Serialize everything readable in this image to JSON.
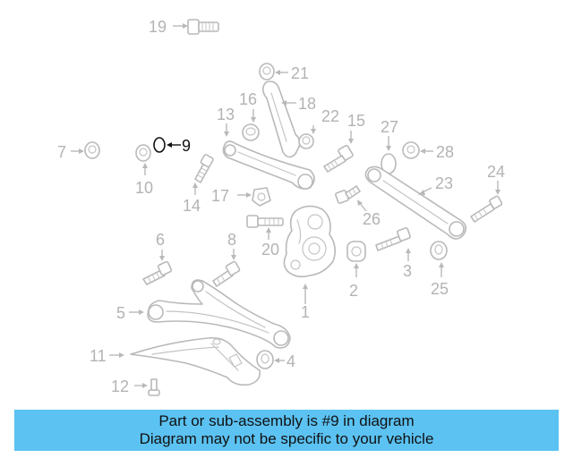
{
  "callouts": {
    "c1": "1",
    "c2": "2",
    "c3": "3",
    "c4": "4",
    "c5": "5",
    "c6": "6",
    "c7": "7",
    "c8": "8",
    "c9": "9",
    "c10": "10",
    "c11": "11",
    "c12": "12",
    "c13": "13",
    "c14": "14",
    "c16": "16",
    "c17": "17",
    "c18": "18",
    "c19": "19",
    "c20": "20",
    "c21": "21",
    "c22": "22",
    "c23": "23",
    "c24": "24",
    "c25": "25",
    "c26": "26",
    "c27": "27",
    "c28": "28",
    "c15": "15"
  },
  "highlighted_part": "9",
  "colors": {
    "banner": "#5bc2f2",
    "highlight": "#111111",
    "parts": "#b9b9b9"
  },
  "banner": {
    "line1": "Part or sub-assembly is #9 in diagram",
    "line2": "Diagram may not be specific to your vehicle"
  }
}
